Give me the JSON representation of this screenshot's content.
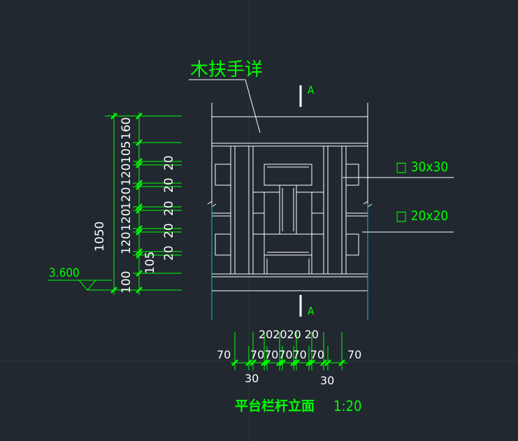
{
  "drawing": {
    "detail_label": "木扶手详",
    "section_mark": "A",
    "elevation_mark": "3.600",
    "overall_height": "1050",
    "left_dims": [
      "160",
      "105",
      "120",
      "120",
      "120",
      "120",
      "105",
      "100"
    ],
    "right_dims": [
      "20",
      "20",
      "20",
      "20",
      "20"
    ],
    "callout_top": "□ 30x30",
    "callout_bottom": "□ 20x20",
    "bottom_dims": {
      "top_row": "202020 20",
      "outer_left": "70",
      "outer_right": "70",
      "mid_row": "70707070 70",
      "bottom_left": "30",
      "bottom_right": "30"
    },
    "title": "平台栏杆立面",
    "scale": "1:20"
  },
  "colors": {
    "background": "#212830",
    "annotation": "#00ff00",
    "linework": "#ffffff",
    "extent": "#00c8d0"
  }
}
